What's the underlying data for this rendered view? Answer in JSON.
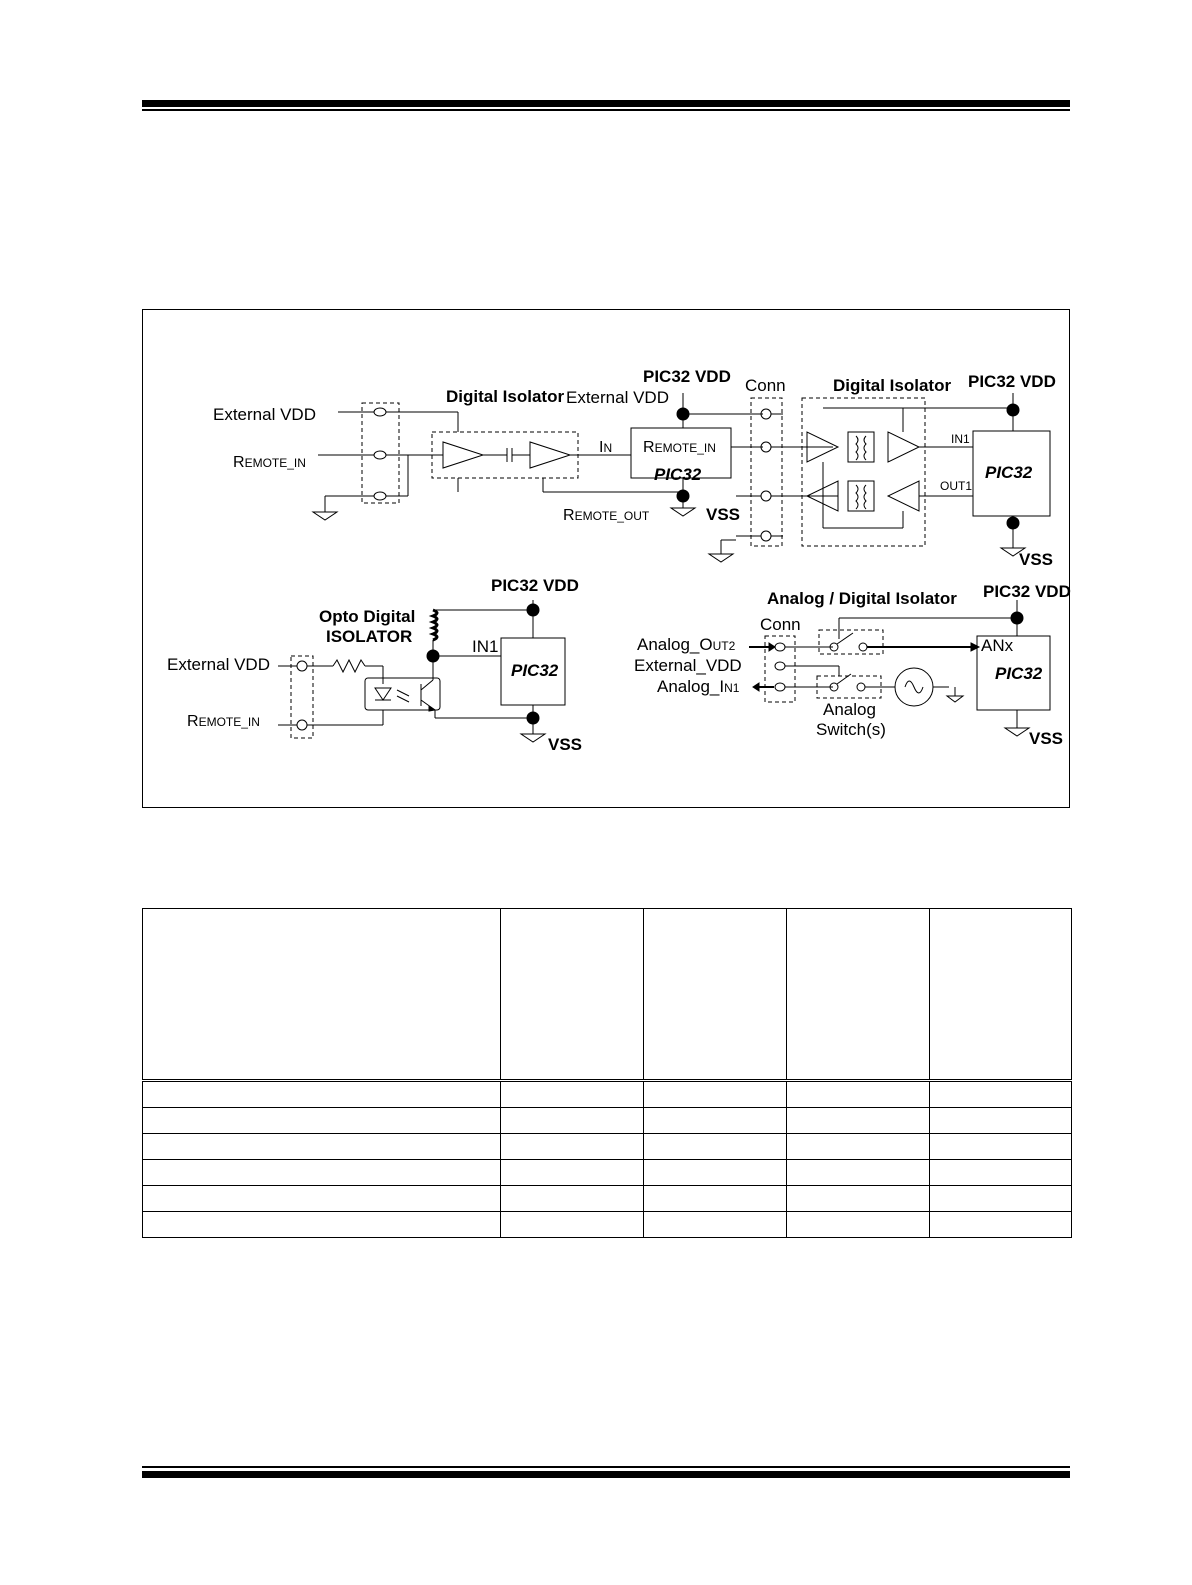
{
  "figure": {
    "labels": {
      "external_vdd_left": "External VDD",
      "remote_in_left_big": "R",
      "remote_in_left_small": "EMOTE_I",
      "remote_in_left_end": "N",
      "digital_isolator_1": "Digital Isolator",
      "external_vdd_mid": "External VDD",
      "pic32_vdd_1": "PIC32 VDD",
      "in_big": "I",
      "in_small": "N",
      "remote_in_box_big": "R",
      "remote_in_box_small": "EMOTE_I",
      "remote_in_box_end": "N",
      "pic32_1": "PIC32",
      "remote_out_big": "R",
      "remote_out_small": "EMOTE_O",
      "remote_out_end": "UT",
      "vss_1": "VSS",
      "conn_1": "Conn",
      "digital_isolator_2": "Digital Isolator",
      "pic32_vdd_2": "PIC32 VDD",
      "in1_label": "IN1",
      "out1_label": "OUT1",
      "pic32_2": "PIC32",
      "vss_2": "VSS",
      "pic32_vdd_3": "PIC32 VDD",
      "opto_line1": "Opto  Digital",
      "opto_line2": "ISOLATOR",
      "in1_opto": "IN1",
      "external_vdd_opto": "External VDD",
      "remote_in_opto_big": "R",
      "remote_in_opto_small": "EMOTE_I",
      "remote_in_opto_end": "N",
      "pic32_3": "PIC32",
      "vss_3": "VSS",
      "analog_digital_isolator": "Analog / Digital Isolator",
      "pic32_vdd_4": "PIC32 VDD",
      "conn_2": "Conn",
      "analog_out2_big": "Analog_O",
      "analog_out2_small": "UT2",
      "external_vdd_analog": "External_VDD",
      "analog_in1_big": "Analog_I",
      "analog_in1_small": "N1",
      "anx": "ANx",
      "pic32_4": "PIC32",
      "analog_switch_line1": "Analog",
      "analog_switch_line2": "Switch(s)",
      "vss_4": "VSS"
    }
  },
  "table": {
    "columns": 5,
    "body_rows": 6
  },
  "footer": {
    "note": ""
  }
}
